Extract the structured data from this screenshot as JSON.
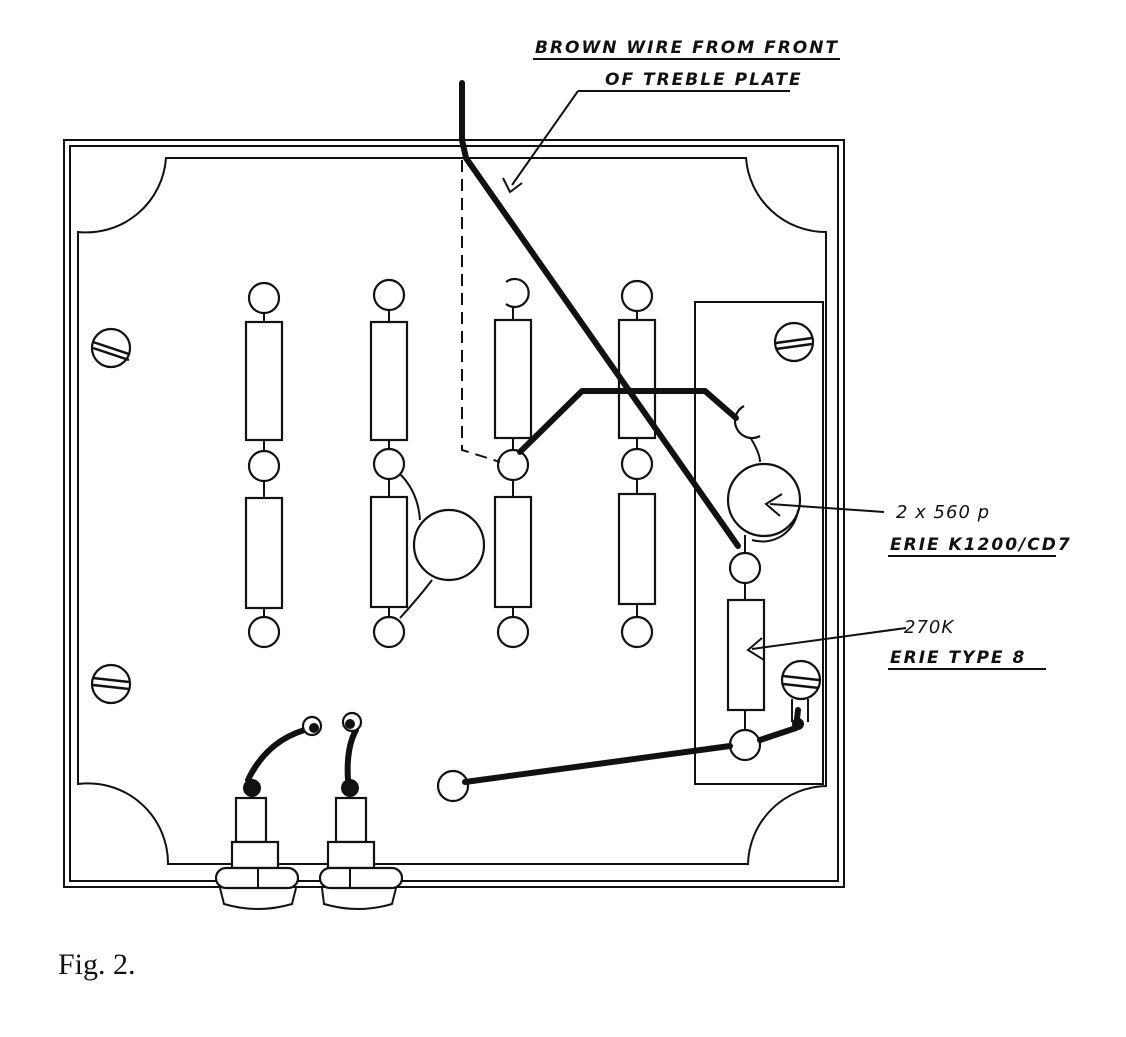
{
  "labels": {
    "brown_wire_line1": "BROWN WIRE FROM FRONT",
    "brown_wire_line2": "OF TREBLE PLATE",
    "capacitor_value": "2 x 560 p",
    "capacitor_type": "ERIE K1200/CD7",
    "resistor_value": "270K",
    "resistor_type": "ERIE TYPE 8"
  },
  "caption": "Fig. 2."
}
